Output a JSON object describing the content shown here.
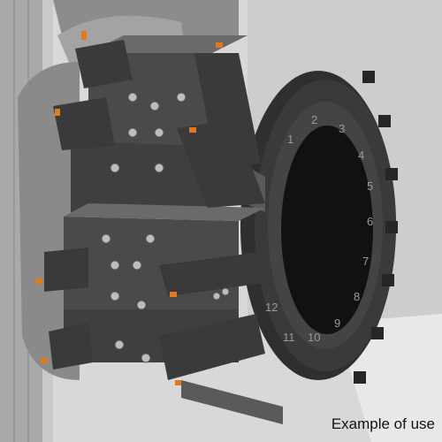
{
  "caption": "Example of use",
  "turret_ring_labels": [
    "1",
    "2",
    "3",
    "4",
    "5",
    "6",
    "7",
    "8",
    "9",
    "10",
    "11",
    "12"
  ],
  "colors": {
    "background_right": "#d8d8d8",
    "background_left": "#c9c9c9",
    "machine_housing": "#7d7d7d",
    "turret_face": "#3a3a3a",
    "turret_center": "#111111",
    "tool_block": "#4a4a4a",
    "tool_block_top": "#6a6a6a",
    "bolt": "#bdbdbd",
    "accent_orange": "#e07a1c"
  }
}
